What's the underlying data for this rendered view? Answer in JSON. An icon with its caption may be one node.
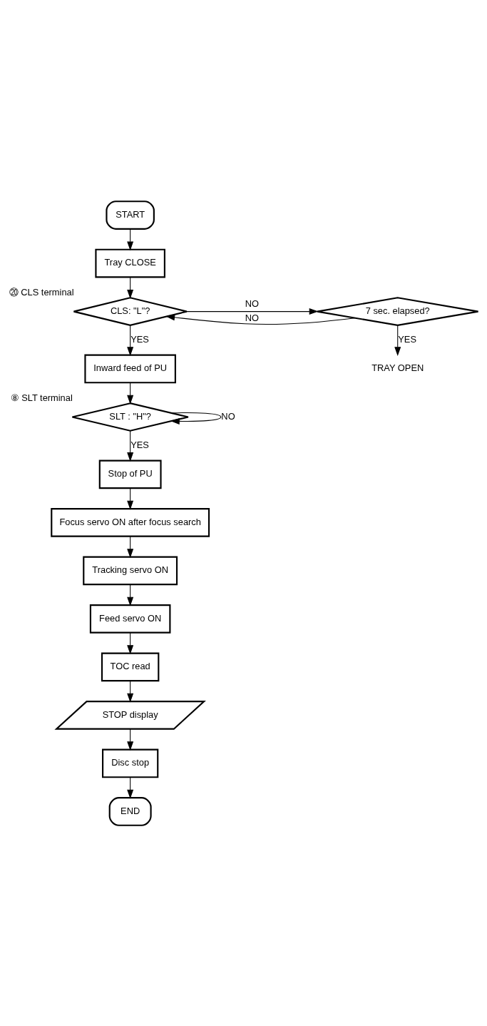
{
  "diagram": {
    "nodes": [
      {
        "text": [
          "START"
        ]
      },
      {
        "text": [
          "Tray CLOSE"
        ]
      },
      {
        "text": [
          "CLS: \"L\"?"
        ],
        "beside": [
          "⑳ CLS terminal"
        ]
      },
      {
        "text": [
          "7 sec. elapsed?"
        ]
      },
      {
        "text": [
          "TRAY OPEN"
        ]
      },
      {
        "text": [
          "Inward feed of PU"
        ]
      },
      {
        "text": [
          "SLT : \"H\"?"
        ],
        "beside": [
          "⑧ SLT terminal"
        ]
      },
      {
        "text": [
          "Stop of PU"
        ]
      },
      {
        "text": [
          "Focus servo ON after focus search"
        ]
      },
      {
        "text": [
          "Tracking servo ON"
        ]
      },
      {
        "text": [
          "Feed servo ON"
        ]
      },
      {
        "text": [
          "TOC read"
        ]
      },
      {
        "text": [
          "STOP display"
        ]
      },
      {
        "text": [
          "Disc stop"
        ]
      },
      {
        "text": [
          "END"
        ]
      }
    ],
    "edges": [
      {
        "from": 0,
        "to": 1,
        "arrow": "to"
      },
      {
        "from": 1,
        "to": 2,
        "arrow": "to"
      },
      {
        "from": 2,
        "to": 3,
        "arrow": "to",
        "label": "NO"
      },
      {
        "from": 3,
        "to": 2,
        "arrow": "to",
        "label": "NO"
      },
      {
        "from": 3,
        "to": 4,
        "arrow": "to",
        "label": "YES"
      },
      {
        "from": 2,
        "to": 5,
        "arrow": "to",
        "label": "YES"
      },
      {
        "from": 5,
        "to": 6,
        "arrow": "to"
      },
      {
        "from": 6,
        "to": 6,
        "arrow": "to",
        "label": "NO"
      },
      {
        "from": 6,
        "to": 7,
        "arrow": "to",
        "label": "YES"
      },
      {
        "from": 7,
        "to": 8,
        "arrow": "to"
      },
      {
        "from": 8,
        "to": 9,
        "arrow": "to"
      },
      {
        "from": 9,
        "to": 10,
        "arrow": "to"
      },
      {
        "from": 10,
        "to": 11,
        "arrow": "to"
      },
      {
        "from": 11,
        "to": 12,
        "arrow": "to"
      },
      {
        "from": 12,
        "to": 13,
        "arrow": "to"
      },
      {
        "from": 13,
        "to": 14,
        "arrow": "to"
      }
    ]
  }
}
